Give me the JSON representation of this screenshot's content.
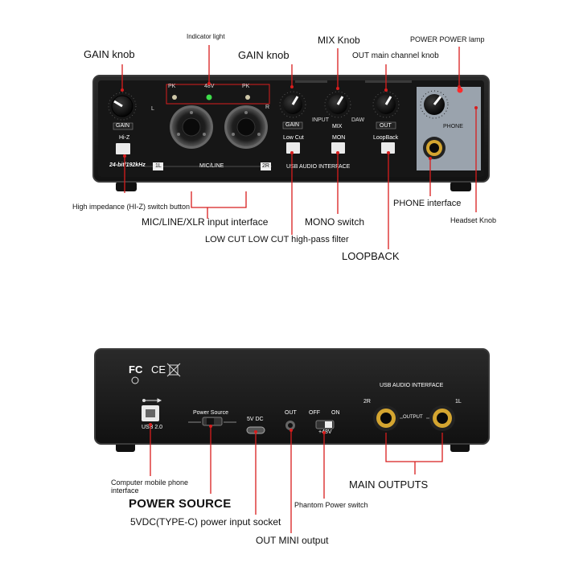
{
  "front": {
    "panel": {
      "indicator_pk_left": "PK",
      "indicator_48v": "48V",
      "indicator_pk_right": "PK",
      "gain_l_mark": "L",
      "gain_r_mark": "R",
      "gain_left": "GAIN",
      "gain_right": "GAIN",
      "hiz": "Hi-Z",
      "model": "24-bit/192kHz",
      "ch1": "1L",
      "mic_line": "MIC/LINE",
      "ch2": "2R",
      "lowcut": "Low Cut",
      "mix": "MIX",
      "input": "INPUT",
      "daw": "DAW",
      "mon": "MON",
      "out": "OUT",
      "loopback": "LoopBack",
      "usb_interface": "USB AUDIO INTERFACE",
      "phone": "PHONE"
    },
    "callouts": {
      "indicator_light": "Indicator light",
      "gain_knob_left": "GAIN knob",
      "gain_knob_right": "GAIN knob",
      "mix_knob": "MIX Knob",
      "power_lamp": "POWER POWER lamp",
      "out_main_knob": "OUT main channel knob",
      "hiz_switch": "High impedance (HI-Z) switch button",
      "mic_line_xlr": "MIC/LINE/XLR input interface",
      "mono_switch": "MONO switch",
      "phone_interface": "PHONE interface",
      "headset_knob": "Headset Knob",
      "low_cut_filter": "LOW CUT LOW CUT high-pass filter",
      "loopback": "LOOPBACK"
    }
  },
  "rear": {
    "panel": {
      "fc": "FC",
      "ce": "CE",
      "usb_interface": "USB AUDIO INTERFACE",
      "ch2r": "2R",
      "ch1l": "1L",
      "output": "OUTPUT",
      "power_source": "Power Source",
      "dc": "5V DC",
      "out": "OUT",
      "off": "OFF",
      "on": "ON",
      "phantom": "+48V",
      "usb20": "USB 2.0"
    },
    "callouts": {
      "computer_phone": "Computer mobile phone interface",
      "power_source": "POWER SOURCE",
      "dc_socket": "5VDC(TYPE-C) power input socket",
      "out_mini": "OUT MINI output",
      "phantom_switch": "Phantom Power switch",
      "main_outputs": "MAIN OUTPUTS"
    }
  },
  "colors": {
    "callout": "#d81d1d",
    "chassis": "#1a1a1a",
    "grey_panel": "#9aa3ad",
    "led_green": "#3ddc4a",
    "led_red": "#ff2a2a",
    "jack_gold": "#d4a530"
  }
}
